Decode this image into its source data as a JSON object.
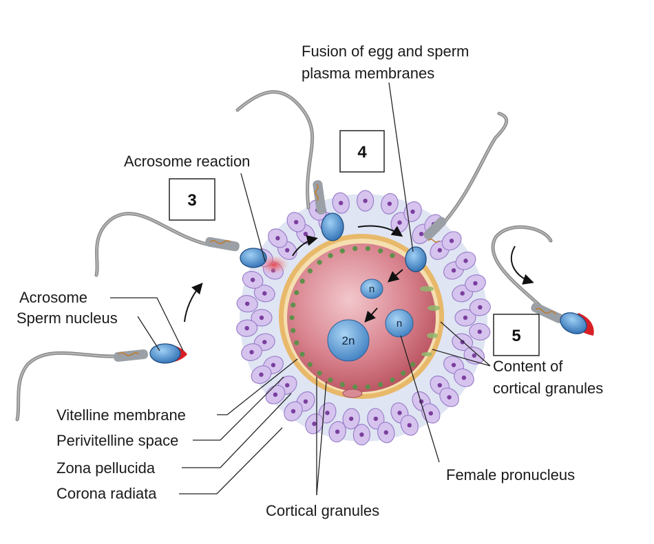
{
  "labels": {
    "fusion_line1": "Fusion of egg and sperm",
    "fusion_line2": "plasma membranes",
    "acrosome_reaction": "Acrosome reaction",
    "acrosome": "Acrosome",
    "sperm_nucleus": "Sperm nucleus",
    "vitelline_membrane": "Vitelline membrane",
    "perivitelline_space": "Perivitelline space",
    "zona_pellucida": "Zona pellucida",
    "corona_radiata": "Corona radiata",
    "cortical_granules": "Cortical granules",
    "female_pronucleus": "Female pronucleus",
    "content_line1": "Content of",
    "content_line2": "cortical granules"
  },
  "steps": {
    "step3": "3",
    "step4": "4",
    "step5": "5"
  },
  "nuclei": {
    "haploid_sperm": "n",
    "haploid_egg": "n",
    "diploid": "2n"
  },
  "colors": {
    "egg_cytoplasm": "#c9636e",
    "zona_pellucida": "#dfe5f3",
    "vitelline_membrane": "#e8b96a",
    "corona_cells": "#d6c4ef",
    "sperm_head": "#3f83c7",
    "acrosome": "#d81f26",
    "cortical_granules": "#5f8f4a"
  }
}
